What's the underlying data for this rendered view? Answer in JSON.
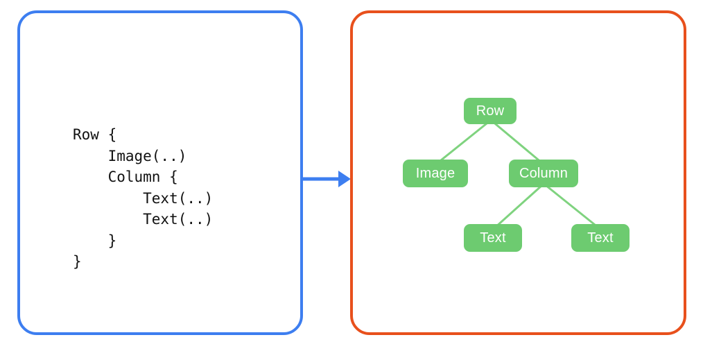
{
  "left_panel": {
    "code_lines": [
      "Row {",
      "    Image(..)",
      "    Column {",
      "        Text(..)",
      "        Text(..)",
      "    }",
      "}"
    ]
  },
  "tree": {
    "nodes": [
      {
        "id": "row",
        "label": "Row"
      },
      {
        "id": "image",
        "label": "Image"
      },
      {
        "id": "column",
        "label": "Column"
      },
      {
        "id": "text1",
        "label": "Text"
      },
      {
        "id": "text2",
        "label": "Text"
      }
    ],
    "edges": [
      {
        "from": "row",
        "to": "image"
      },
      {
        "from": "row",
        "to": "column"
      },
      {
        "from": "column",
        "to": "text1"
      },
      {
        "from": "column",
        "to": "text2"
      }
    ]
  },
  "colors": {
    "left_border": "#3D7EF0",
    "right_border": "#E8501C",
    "node_fill": "#6DCB70",
    "node_text": "#FFFFFF",
    "edge": "#7FD37F",
    "arrow": "#3D7EF0",
    "code_text": "#111111",
    "background": "#FFFFFF"
  }
}
